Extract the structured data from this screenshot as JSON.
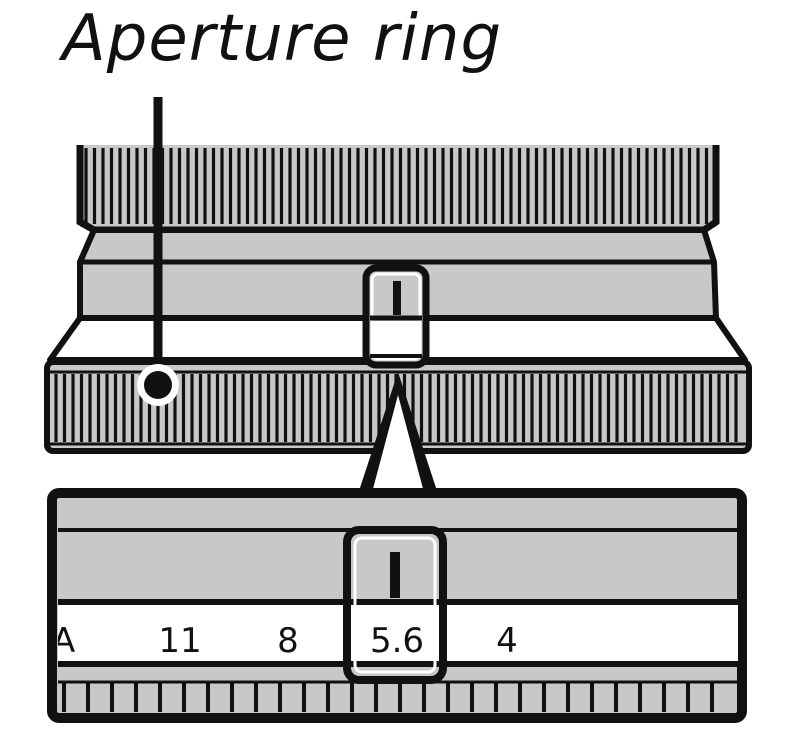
{
  "diagram": {
    "title": "Aperture ring",
    "aperture_scale": {
      "cut_off_mark": "A",
      "marks": [
        "11",
        "8",
        "5.6",
        "4"
      ],
      "selected": "5.6"
    },
    "colors": {
      "lens_body": "#c8c8c8",
      "outline": "#111111",
      "highlight_ring": "#ffffff",
      "background": "#ffffff"
    }
  }
}
